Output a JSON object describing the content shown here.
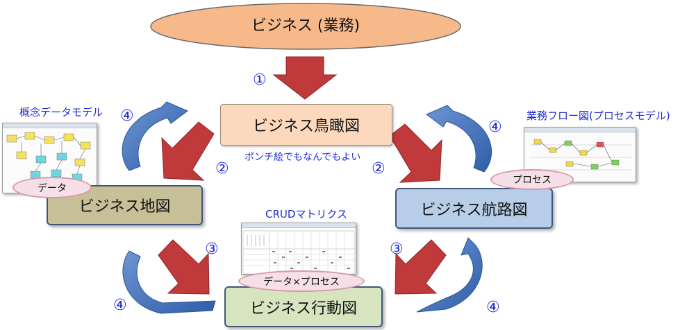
{
  "top_ellipse": "ビジネス (業務)",
  "birdseye": "ビジネス鳥瞰図",
  "birdseye_note": "ポンチ絵でもなんでもよい",
  "map": "ビジネス地図",
  "route": "ビジネス航路図",
  "action": "ビジネス行動図",
  "tags": {
    "data": "データ",
    "process": "プロセス",
    "data_x_process": "データ×プロセス"
  },
  "captions": {
    "concept_model": "概念データモデル",
    "flow_diagram": "業務フロー図(プロセスモデル)",
    "crud": "CRUDマトリクス"
  },
  "steps": {
    "one": "①",
    "two": "②",
    "three": "③",
    "four": "④"
  },
  "colors": {
    "ellipse_fill": "#f7b98a",
    "arrow_red": "#c0393b",
    "curve_blue": "#4f7cc2",
    "map_fill": "#c7bf98",
    "route_fill": "#b8cde8",
    "action_fill": "#d6e5bf",
    "birdseye_fill": "#fcd9bd",
    "number_blue": "#1f2bd6"
  }
}
